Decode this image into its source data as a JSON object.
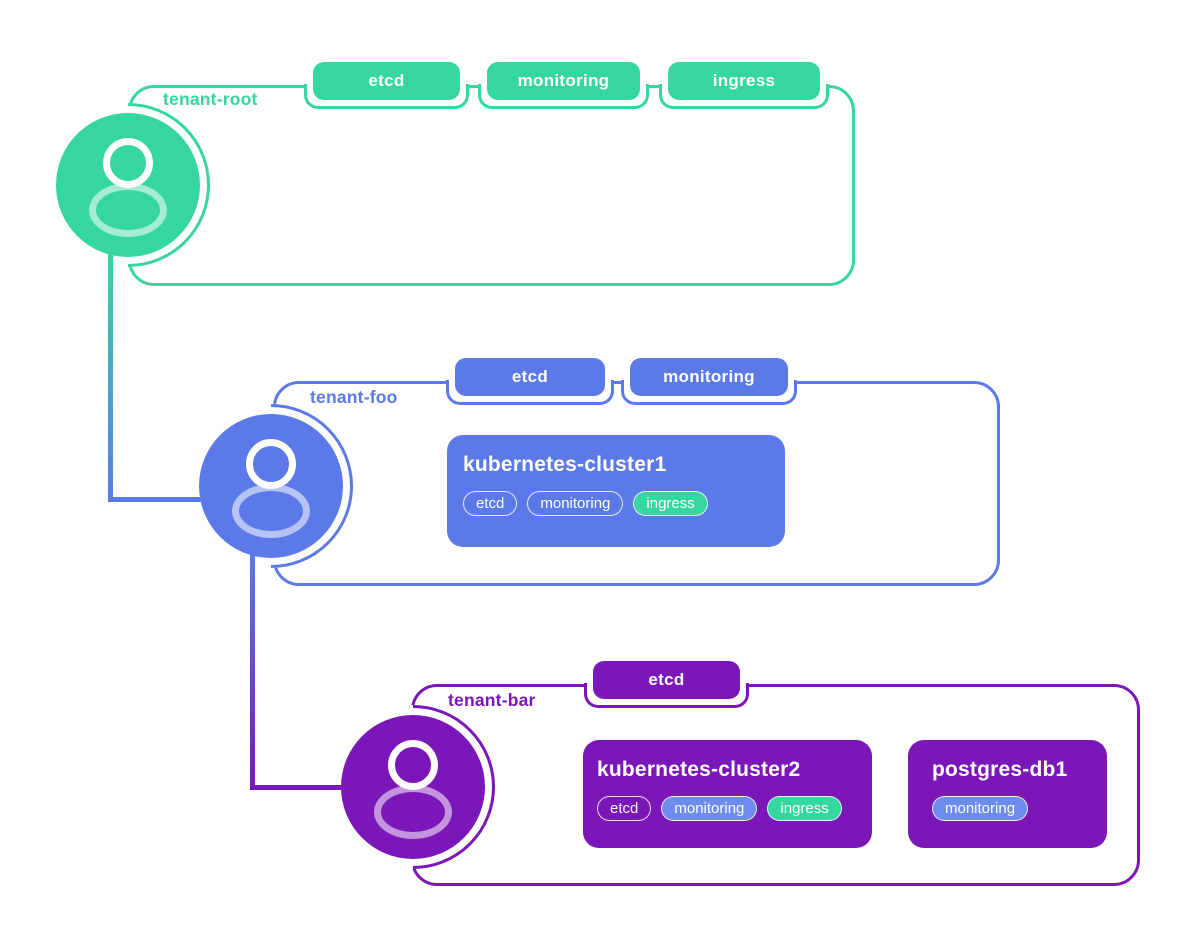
{
  "colors": {
    "green": "#35d6a0",
    "blue": "#5b7ae8",
    "purple": "#7b16b8",
    "small_tag_blue": "#6e8cee"
  },
  "tenants": [
    {
      "name": "tenant-root",
      "namespaces": [
        "etcd",
        "monitoring",
        "ingress"
      ],
      "resources": []
    },
    {
      "name": "tenant-foo",
      "namespaces": [
        "etcd",
        "monitoring"
      ],
      "resources": [
        {
          "title": "kubernetes-cluster1",
          "tags": [
            {
              "label": "etcd",
              "style": "outline"
            },
            {
              "label": "monitoring",
              "style": "outline"
            },
            {
              "label": "ingress",
              "style": "green"
            }
          ]
        }
      ]
    },
    {
      "name": "tenant-bar",
      "namespaces": [
        "etcd"
      ],
      "resources": [
        {
          "title": "kubernetes-cluster2",
          "tags": [
            {
              "label": "etcd",
              "style": "outline"
            },
            {
              "label": "monitoring",
              "style": "blue"
            },
            {
              "label": "ingress",
              "style": "green"
            }
          ]
        },
        {
          "title": "postgres-db1",
          "tags": [
            {
              "label": "monitoring",
              "style": "blue"
            }
          ]
        }
      ]
    }
  ]
}
